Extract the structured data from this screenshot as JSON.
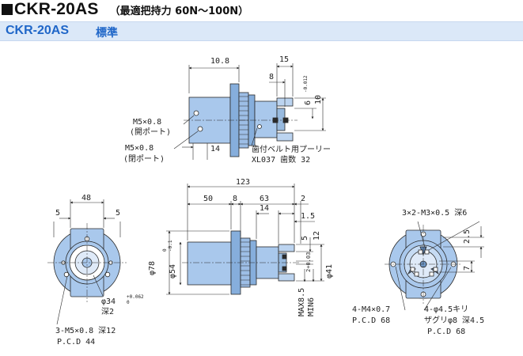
{
  "header": {
    "title": "CKR-20AS",
    "subtitle": "（最適把持力 60N〜100N）"
  },
  "band": {
    "model": "CKR-20AS",
    "label": "標準"
  },
  "top_view": {
    "dim_10_8": "10.8",
    "dim_15": "15",
    "dim_8": "8",
    "dim_6": "6",
    "dim_6_tol": "-0.012",
    "dim_10": "10",
    "port1": "M5×0.8",
    "port1_note": "(開ポート)",
    "port2": "M5×0.8",
    "port2_note": "(閉ポート)",
    "dim_14": "14",
    "pulley": "歯付ベルト用プーリー",
    "pulley_spec": "XL037 歯数 32"
  },
  "left_view": {
    "dim_48": "48",
    "dim_5a": "5",
    "dim_5b": "5",
    "bore": "φ34",
    "bore_tol": "+0.062",
    "bore_tol2": "0",
    "bore_depth": "深2",
    "tap": "3-M5×0.8 深12",
    "pcd": "P.C.D 44"
  },
  "side_view": {
    "dim_123": "123",
    "dim_50": "50",
    "dim_8": "8",
    "dim_63": "63",
    "dim_2": "2",
    "dim_14": "14",
    "dim_1_5": "1.5",
    "dim_5": "5",
    "dim_12": "12",
    "dia_78": "φ78",
    "dia_54": "φ54",
    "dia_54_tol": "0",
    "dia_54_tol2": "-0.1",
    "dia_41": "φ41",
    "dim_2_tol": "2+0.03",
    "max": "MAX8.5",
    "min": "MIN6"
  },
  "right_view": {
    "tap": "3×2-M3×0.5 深6",
    "dim_2_5": "2.5",
    "dim_7": "7",
    "tap2": "4-M4×0.7",
    "pcd1": "P.C.D 68",
    "hole": "4-φ4.5キリ",
    "counterbore": "ザグリφ8 深4.5",
    "pcd2": "P.C.D 68"
  },
  "colors": {
    "body": "#a9c8ec",
    "body_dark": "#6f98c8",
    "line": "#2a2a2a",
    "accent": "#1f66c8"
  }
}
